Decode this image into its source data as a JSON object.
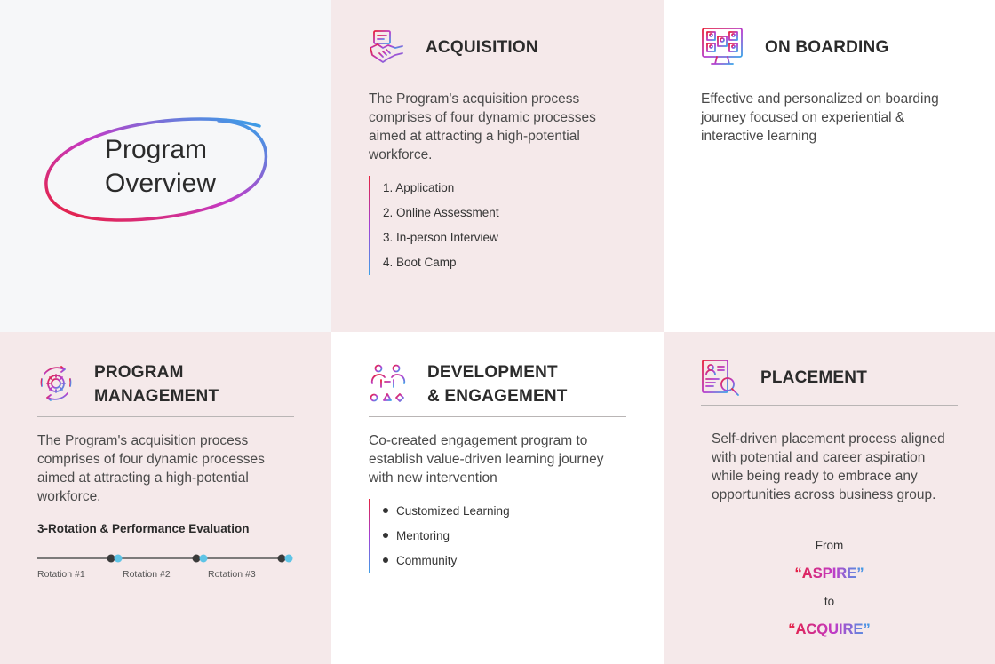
{
  "overview": {
    "title_line1": "Program",
    "title_line2": "Overview"
  },
  "acquisition": {
    "title": "ACQUISITION",
    "description": "The Program's acquisition process comprises of four dynamic processes aimed at attracting a high-potential workforce.",
    "steps": [
      "1. Application",
      "2. Online Assessment",
      "3. In-person Interview",
      "4. Boot Camp"
    ],
    "icon": "handshake-icon"
  },
  "onboarding": {
    "title": "ON BOARDING",
    "description": "Effective and personalized on boarding journey focused on experiential & interactive learning",
    "icon": "video-meeting-icon"
  },
  "program_management": {
    "title_line1": "PROGRAM",
    "title_line2": "MANAGEMENT",
    "description": "The Program's acquisition process comprises of four dynamic processes aimed at attracting a high-potential workforce.",
    "subheading": "3-Rotation & Performance Evaluation",
    "rotations": [
      "Rotation #1",
      "Rotation #2",
      "Rotation #3"
    ],
    "icon": "gear-cycle-icon"
  },
  "development": {
    "title_line1": "DEVELOPMENT",
    "title_line2": "& ENGAGEMENT",
    "description": "Co-created engagement program to establish value-driven learning journey with new intervention",
    "items": [
      "Customized Learning",
      "Mentoring",
      "Community"
    ],
    "icon": "people-shapes-icon"
  },
  "placement": {
    "title": "PLACEMENT",
    "description": "Self-driven placement process aligned with potential and career aspiration while being ready to embrace any opportunities across business group.",
    "from_label": "From",
    "aspire": "“ASPIRE”",
    "to_label": "to",
    "acquire": "“ACQUIRE”",
    "icon": "resume-search-icon"
  },
  "colors": {
    "accent_red": "#e8203a",
    "accent_purple": "#a23fd6",
    "accent_blue": "#3aa3e8",
    "pink_bg": "#f5e9ea"
  }
}
